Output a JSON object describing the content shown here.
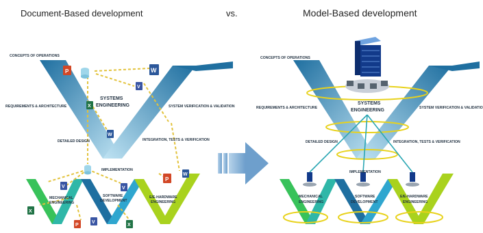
{
  "titles": {
    "left": "Document-Based development",
    "vs": "vs.",
    "right": "Model-Based development"
  },
  "labels": {
    "concepts": "CONCEPTS OF OPERATIONS",
    "requirements": "REQUIREMENTS & ARCHITECTURE",
    "verification": "SYSTEM VERIFICATION & VALIDATION",
    "systems_l1": "SYSTEMS",
    "systems_l2": "ENGINEERING",
    "detailed": "DETAILED DESIGN",
    "integration": "INTEGRATION, TESTS & VERIFICATION",
    "implementation": "IMPLEMENTATION",
    "mech_l1": "MECHANICAL",
    "mech_l2": "ENGINEERING",
    "soft_l1": "SOFTWARE",
    "soft_l2": "DEVELOPMENT",
    "ee_l1": "E/E-HARDWARE",
    "ee_l2": "ENGINEERING"
  },
  "colors": {
    "blue_dark": "#1f6fa0",
    "blue_light": "#9fd0ea",
    "green": "#38c25a",
    "lime": "#a9d21e",
    "teal": "#2fb7a8",
    "yellow_ring": "#e8d21c",
    "arrow": "#8fb6d8"
  },
  "icons": {
    "doc_icons": [
      "powerpoint-icon",
      "word-icon",
      "excel-icon",
      "visio-icon",
      "database-icon"
    ],
    "model_icons": [
      "server-icon",
      "workstation-icon"
    ]
  }
}
